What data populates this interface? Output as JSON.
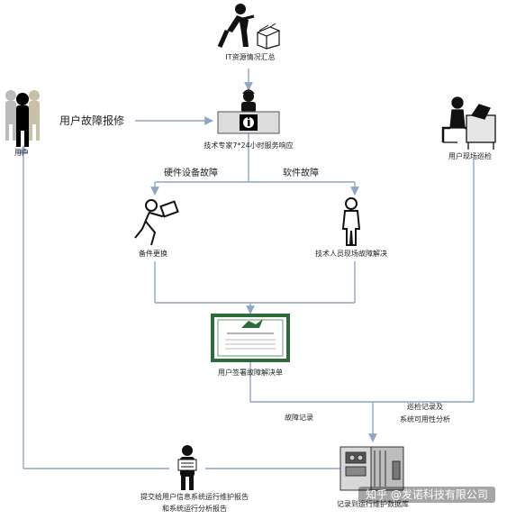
{
  "nodes": {
    "it_resource": "IT资源情况汇总",
    "user": "用户",
    "user_report": "用户故障报修",
    "expert": "技术专家7*24小时服务响应",
    "hardware_fault": "硬件设备故障",
    "software_fault": "软件故障",
    "spare_parts": "备件更换",
    "onsite_fix": "技术人员现场故障解决",
    "sign_form": "用户签署故障解决单",
    "onsite_inspection": "用户现场巡检",
    "fault_record": "故障记录",
    "inspection_record_line1": "巡检记录及",
    "inspection_record_line2": "系统可用性分析",
    "database": "记录到运行维护数据库",
    "report_line1": "提交给用户信息系统运行维护报告",
    "report_line2": "和系统运行分析报告"
  },
  "watermark": "知乎 @发诺科技有限公司",
  "colors": {
    "arrow": "#8fa6c4",
    "cert_border": "#2f6b3a",
    "figure": "#111111"
  }
}
